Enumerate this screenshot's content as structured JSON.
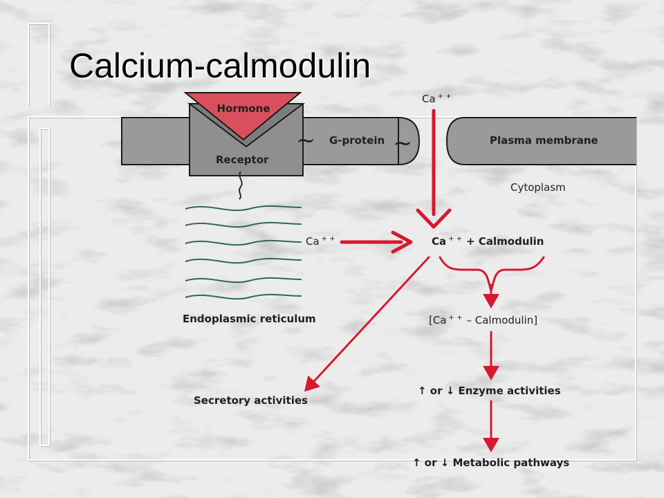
{
  "slide": {
    "title": "Calcium-calmodulin"
  },
  "diagram": {
    "hormone": "Hormone",
    "receptor": "Receptor",
    "g_protein": "G-protein",
    "plasma_membrane": "Plasma membrane",
    "cytoplasm": "Cytoplasm",
    "ca_top": "Ca",
    "ca_top_charge": "+ +",
    "ca_left": "Ca",
    "ca_left_charge": "+ +",
    "ca_calmodulin_ca": "Ca",
    "ca_calmodulin_charge": "+ +",
    "ca_calmodulin_rest": "+  Calmodulin",
    "complex_open": "[Ca",
    "complex_charge": "+ +",
    "complex_rest": "–  Calmodulin]",
    "endoplasmic_reticulum": "Endoplasmic reticulum",
    "secretory": "Secretory activities",
    "enzyme": "↑ or ↓ Enzyme activities",
    "metabolic": "↑ or ↓ Metabolic pathways",
    "tilde": "~"
  },
  "colors": {
    "arrow_red": "#d6192e",
    "hormone_fill": "#d9505c",
    "membrane_gray": "#9a9a9a",
    "er_green": "#2f6b45",
    "text_dark": "#1f1f1f"
  }
}
